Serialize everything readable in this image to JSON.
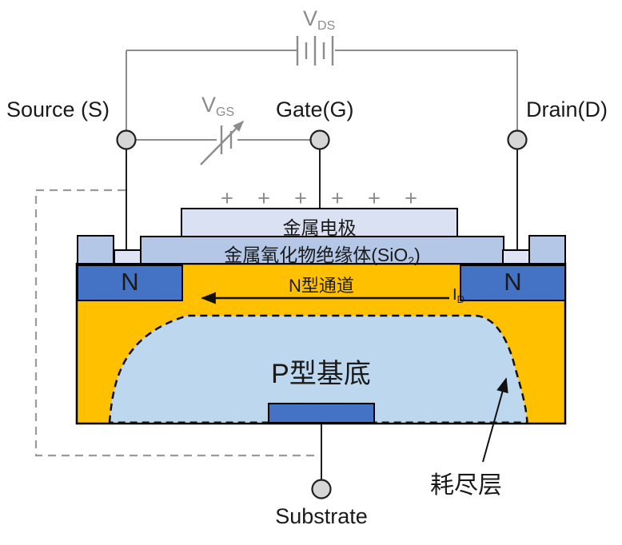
{
  "title": "N-channel MOSFET structure diagram",
  "colors": {
    "body_p_well": "#FFC000",
    "n_region": "#4472C4",
    "depletion_region": "#BDD7EE",
    "oxide_layer": "#B4C7E7",
    "metal_electrode": "#DAE1F3",
    "contact_pad": "#DEE4F6",
    "wire_gray": "#8C8C8C",
    "wire_black": "#1F1F1F",
    "terminal_fill": "#D6D6D6"
  },
  "terminals": {
    "source": {
      "label": "Source (S)"
    },
    "gate": {
      "label": "Gate(G)"
    },
    "drain": {
      "label": "Drain(D)"
    },
    "substrate": {
      "label": "Substrate"
    }
  },
  "sources": {
    "vds": {
      "symbol": "V",
      "subscript": "DS"
    },
    "vgs": {
      "symbol": "V",
      "subscript": "GS"
    }
  },
  "device": {
    "plus_signs": [
      "+",
      "+",
      "+",
      "+",
      "+",
      "+"
    ],
    "electrode_label": "金属电极",
    "oxide_label_pre": "金属氧化物绝缘体(SiO",
    "oxide_label_sub": "2",
    "oxide_label_post": ")",
    "n_left_label": "N",
    "n_right_label": "N",
    "channel_label": "N型通道",
    "current_symbol": "I",
    "current_subscript": "D",
    "p_substrate_label": "P型基底",
    "depletion_label": "耗尽层"
  }
}
